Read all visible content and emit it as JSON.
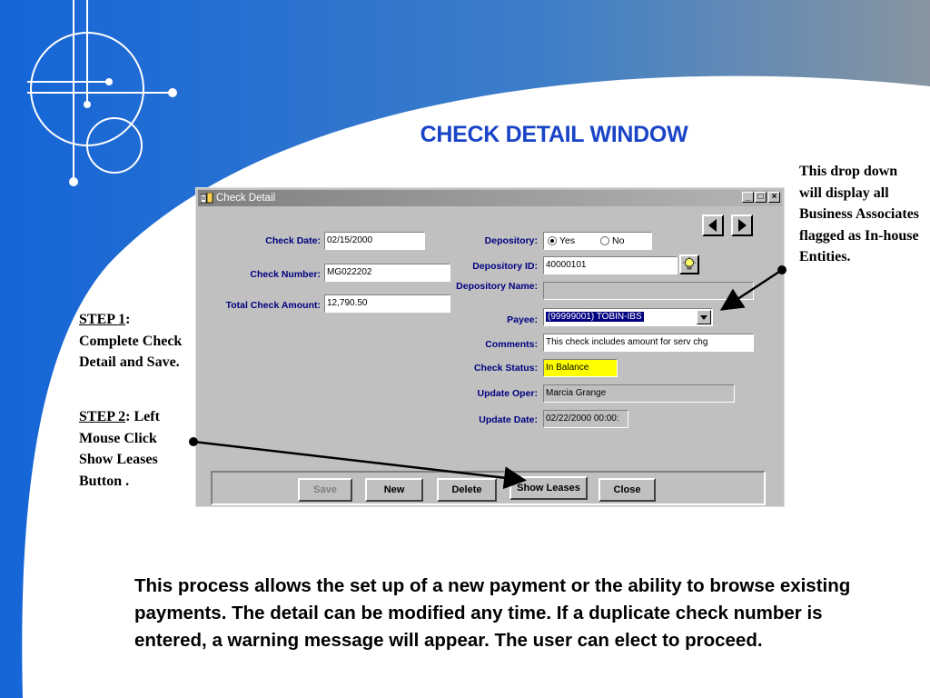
{
  "slide": {
    "title": "CHECK DETAIL WINDOW",
    "right_note": "This drop down will display all Business Associates flagged as In-house Entities.",
    "step1_label": "STEP 1",
    "step1_text": ": Complete Check Detail and Save.",
    "step2_label": "STEP 2",
    "step2_text": ": Left Mouse Click Show Leases Button .",
    "paragraph": "This process allows the set up of a new payment or the ability to browse existing payments.  The detail can be modified any time.  If a duplicate check number is entered, a warning message will appear.  The user can elect to proceed."
  },
  "window": {
    "title": "Check Detail",
    "title_icon": "app-icon",
    "controls": {
      "minimize": "_",
      "maximize": "□",
      "close": "×"
    }
  },
  "form": {
    "check_date": {
      "label": "Check Date:",
      "value": "02/15/2000"
    },
    "check_number": {
      "label": "Check Number:",
      "value": "MG022202"
    },
    "total_check_amount": {
      "label": "Total Check Amount:",
      "value": "12,790.50"
    },
    "depository": {
      "label": "Depository:",
      "options": [
        "Yes",
        "No"
      ],
      "selected": "Yes"
    },
    "depository_id": {
      "label": "Depository ID:",
      "value": "40000101",
      "lookup_icon": "lightbulb-icon"
    },
    "depository_name": {
      "label": "Depository Name:",
      "value": ""
    },
    "payee": {
      "label": "Payee:",
      "value": "(99999001) TOBIN-IBS"
    },
    "comments": {
      "label": "Comments:",
      "value": "This check includes amount for serv chg"
    },
    "check_status": {
      "label": "Check Status:",
      "value": "In Balance"
    },
    "update_oper": {
      "label": "Update Oper:",
      "value": "Marcia Grange"
    },
    "update_date": {
      "label": "Update Date:",
      "value": "02/22/2000 00:00:"
    }
  },
  "buttons": {
    "save": "Save",
    "new": "New",
    "delete": "Delete",
    "show_leases": "Show Leases",
    "close": "Close"
  },
  "colors": {
    "title_blue": "#1a44c6",
    "background_blue": "#1f6fd6",
    "window_gray": "#c0c0c0",
    "status_yellow": "#ffff00",
    "label_navy": "#000080"
  }
}
